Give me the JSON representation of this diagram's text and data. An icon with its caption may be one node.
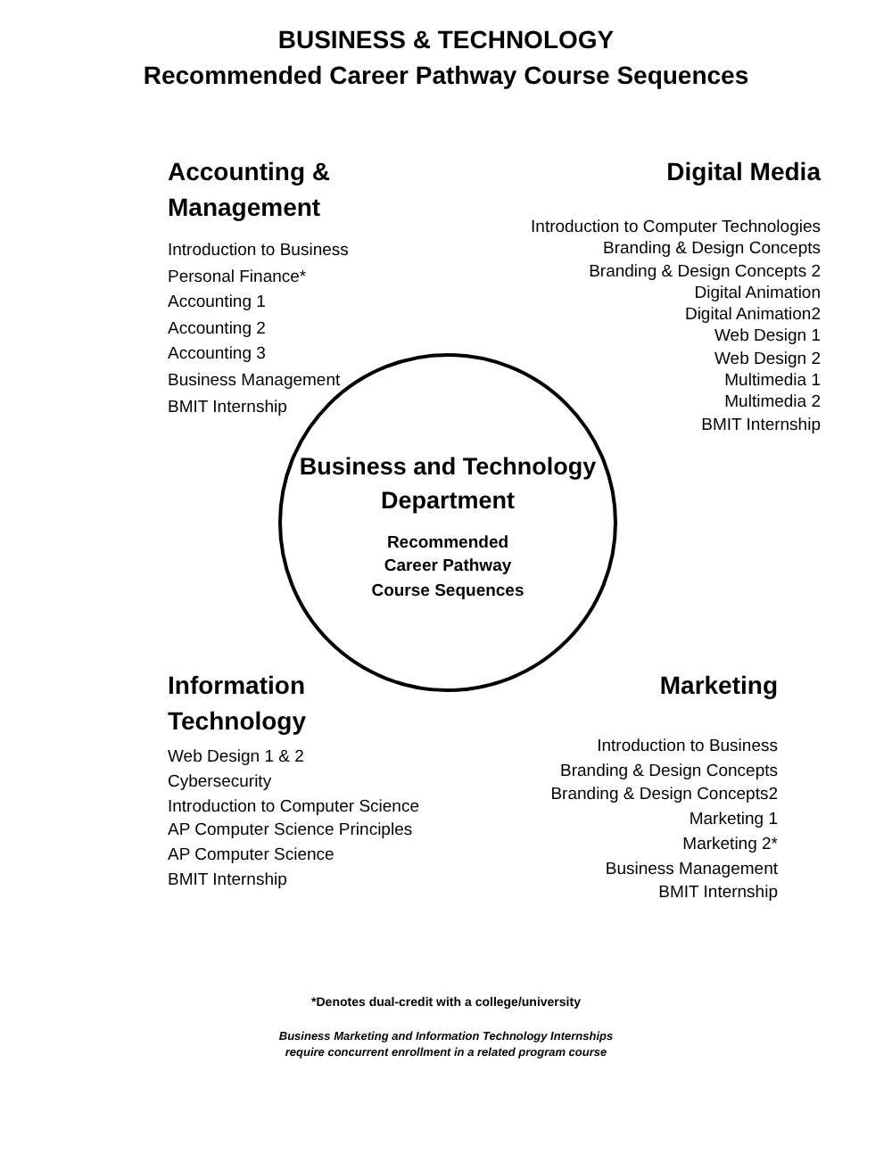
{
  "diagram": {
    "title": "BUSINESS & TECHNOLOGY",
    "nodes": [
      {
        "text": [
          "Business and Technology Department",
          "Recommended Career Pathway Course Sequences"
        ]
      }
    ],
    "labels": [
      "Recommended Career Pathway Course Sequences",
      "Accounting & Management",
      "Introduction to Business",
      "Personal Finance*",
      "Accounting 1",
      "Accounting 2",
      "Accounting 3",
      "Business Management",
      "BMIT Internship",
      "Digital Media",
      "Introduction to Computer Technologies",
      "Branding & Design Concepts",
      "Branding & Design Concepts 2",
      "Digital Animation",
      "Digital Animation2",
      "Web Design 1",
      "Web Design 2",
      "Multimedia 1",
      "Multimedia 2",
      "BMIT Internship",
      "Information Technology",
      "Web Design 1 & 2",
      "Cybersecurity",
      "Introduction to Computer Science",
      "AP Computer Science Principles",
      "AP Computer Science",
      "BMIT Internship",
      "Marketing",
      "Introduction to Business",
      "Branding & Design Concepts",
      "Branding & Design Concepts2",
      "Marketing 1",
      "Marketing 2*",
      "Business Management",
      "BMIT Internship",
      "*Denotes dual-credit with a college/university",
      "Business Marketing and Information Technology Internships require concurrent enrollment in a related program course"
    ]
  }
}
